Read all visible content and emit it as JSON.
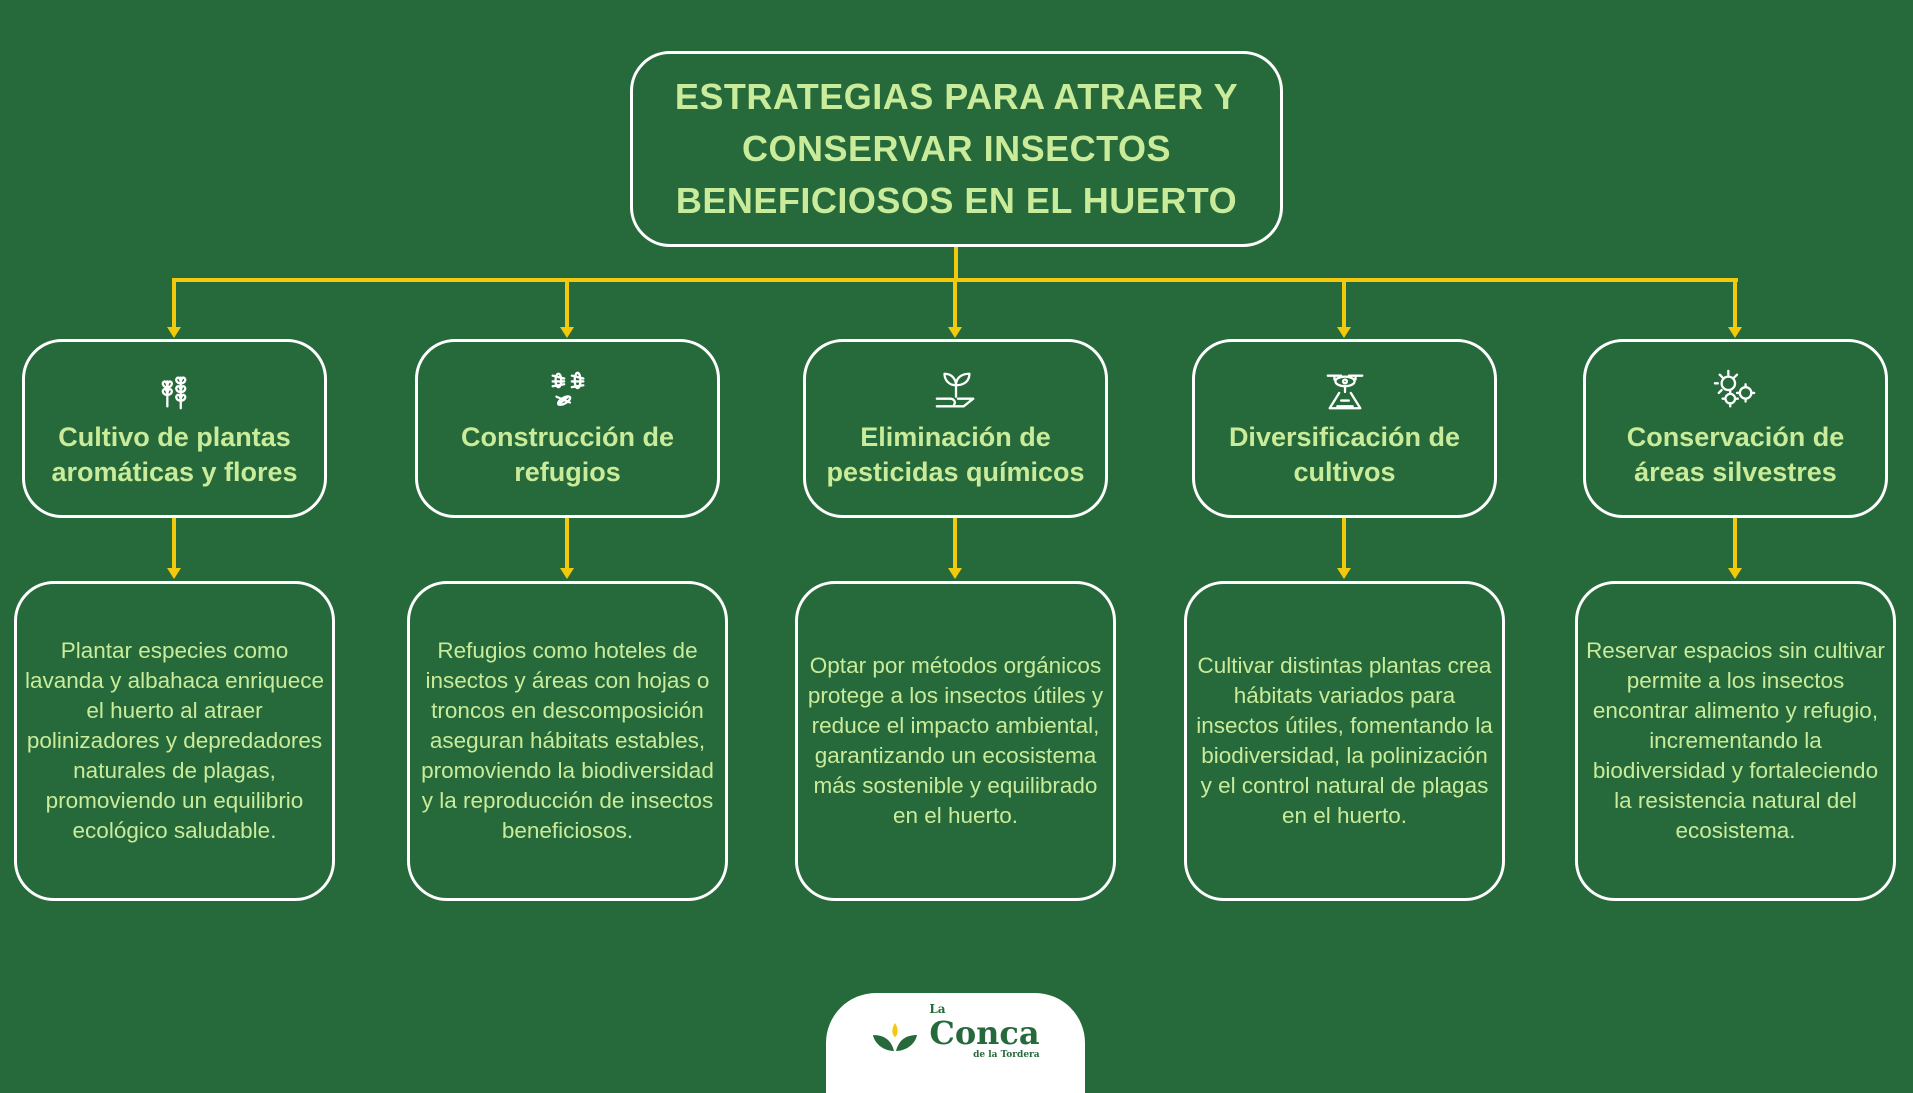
{
  "title": "ESTRATEGIAS PARA ATRAER Y CONSERVAR INSECTOS BENEFICIOSOS EN EL HUERTO",
  "strategies": [
    {
      "icon": "herb-plants-icon",
      "heading": "Cultivo de plantas aromáticas y flores",
      "description": "Plantar especies como lavanda y albahaca enriquece el huerto al atraer polinizadores y depredadores naturales de plagas, promoviendo un equilibrio ecológico saludable."
    },
    {
      "icon": "insects-icon",
      "heading": "Construcción de refugios",
      "description": "Refugios como hoteles de insectos y áreas con hojas o troncos en descomposición aseguran hábitats estables, promoviendo la biodiversidad y la reproducción de insectos beneficiosos."
    },
    {
      "icon": "hand-sprout-icon",
      "heading": "Eliminación de pesticidas químicos",
      "description": "Optar por métodos orgánicos protege a los insectos útiles y reduce el impacto ambiental, garantizando un ecosistema más sostenible y equilibrado en el huerto."
    },
    {
      "icon": "drone-crop-icon",
      "heading": "Diversificación de cultivos",
      "description": "Cultivar distintas plantas crea hábitats variados para insectos útiles, fomentando la biodiversidad, la polinización y el control natural de plagas en el huerto."
    },
    {
      "icon": "sun-gears-icon",
      "heading": "Conservación de áreas silvestres",
      "description": "Reservar espacios sin cultivar permite a los insectos encontrar alimento y refugio, incrementando la biodiversidad y fortaleciendo la resistencia natural del ecosistema."
    }
  ],
  "logo": {
    "top": "La",
    "main": "Conca",
    "sub": "de la Tordera"
  },
  "colors": {
    "background": "#266a3b",
    "text": "#c9eb9a",
    "connector": "#f2c90c",
    "border": "#ffffff"
  }
}
